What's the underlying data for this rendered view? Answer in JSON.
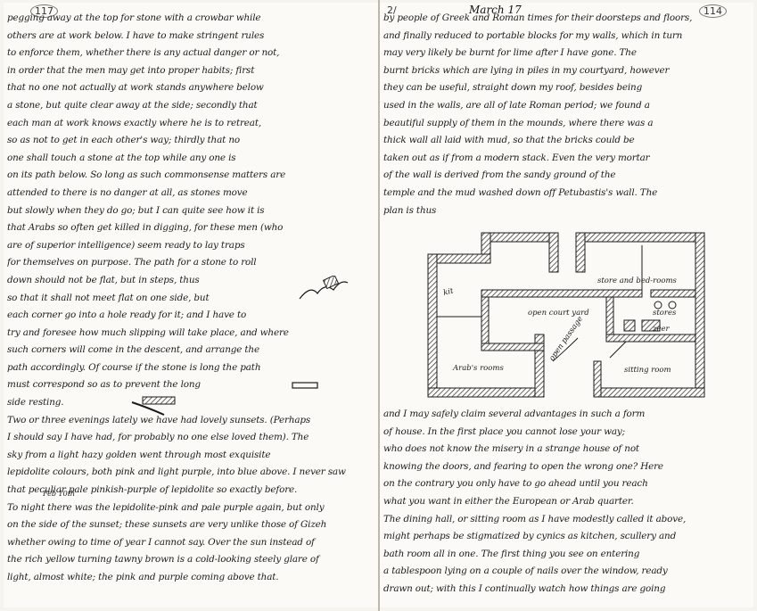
{
  "pages": {
    "left": {
      "page_number": "117",
      "lines": [
        "pegging away at the top for stone with a crowbar while",
        "others are at work below. I have to make stringent rules",
        "to enforce them, whether there is any actual danger or not,",
        "in order that the men may get into proper habits; first",
        "that no one not actually at work stands anywhere below",
        "a stone, but quite clear away at the side; secondly that",
        "each man at work knows exactly where he is to retreat,",
        "so as not to get in each other's way; thirdly that no",
        "one shall touch a stone at the top while any one is",
        "on its path below. So long as such commonsense matters are",
        "attended to there is no danger at all, as stones move",
        "but slowly when they do go; but I can quite see how it is",
        "that Arabs so often get killed in digging, for these men (who",
        "are of superior intelligence) seem ready to lay traps",
        "for themselves on purpose. The path for a stone to roll",
        "down should not be flat, but in steps, thus",
        "so that it shall not meet flat on one side, but",
        "each corner go into a hole ready for it; and I have to",
        "try and foresee how much slipping will take place, and where",
        "such corners will come in the descent, and arrange the",
        "path accordingly. Of course if the stone is long the path",
        "must correspond so as to prevent the long",
        "side resting.",
        "Two or three evenings lately we have had lovely sunsets. (Perhaps",
        "I should say I have had, for probably no one else loved them). The",
        "sky from a light hazy golden went through most exquisite",
        "lepidolite colours, both pink and light purple, into blue above. I never saw",
        "that peculiar pale pinkish-purple of lepidolite so exactly before.",
        "To night there was the lepidolite-pink and pale purple again, but only",
        "on the side of the sunset; these sunsets are very unlike those of Gizeh",
        "whether owing to time of year I cannot say. Over the sun instead of",
        "the rich yellow turning tawny brown is a cold-looking steely glare of",
        "light, almost white; the pink and purple coming above that."
      ],
      "margin_note": "Feb 10th"
    },
    "right": {
      "page_number": "114",
      "corner_mark": "2/",
      "date": "March 17",
      "lines_top": [
        "by people of Greek and Roman times for their doorsteps and floors,",
        "and finally reduced to portable blocks for my walls, which in turn",
        "may very likely be burnt for lime after I have gone. The",
        "burnt bricks which are lying in piles in my courtyard, however",
        "they can be useful, straight down my roof, besides being",
        "used in the walls, are all of late Roman period; we found a",
        "beautiful supply of them in the mounds, where there was a",
        "thick wall all laid with mud, so that the bricks could be",
        "taken out as if from a modern stack. Even the very mortar",
        "of the wall is derived from the sandy ground of the",
        "temple and the mud washed down off Petubastis's wall. The",
        "plan is thus"
      ],
      "lines_bottom": [
        "and I may safely claim several advantages in such a form",
        "of house. In the first place you cannot lose your way;",
        "who does not know the misery in a strange house of not",
        "knowing the doors, and fearing to open the wrong one? Here",
        "on the contrary you only have to go ahead until you reach",
        "what you want in either the European or Arab quarter.",
        "The dining hall, or sitting room as I have modestly called it above,",
        "might perhaps be stigmatized by cynics as kitchen, scullery and",
        "bath room all in one. The first thing you see on entering",
        "a tablespoon lying on a couple of nails over the window, ready",
        "drawn out; with this I continually watch how things are going"
      ],
      "plan_labels": {
        "store_rooms": "store and bed-rooms",
        "court": "open court yard",
        "stores": "stores",
        "zeer": "zeer",
        "passage": "open passage",
        "arab_rooms": "Arab's rooms",
        "sitting": "sitting room",
        "kitchen": "kit"
      }
    }
  }
}
